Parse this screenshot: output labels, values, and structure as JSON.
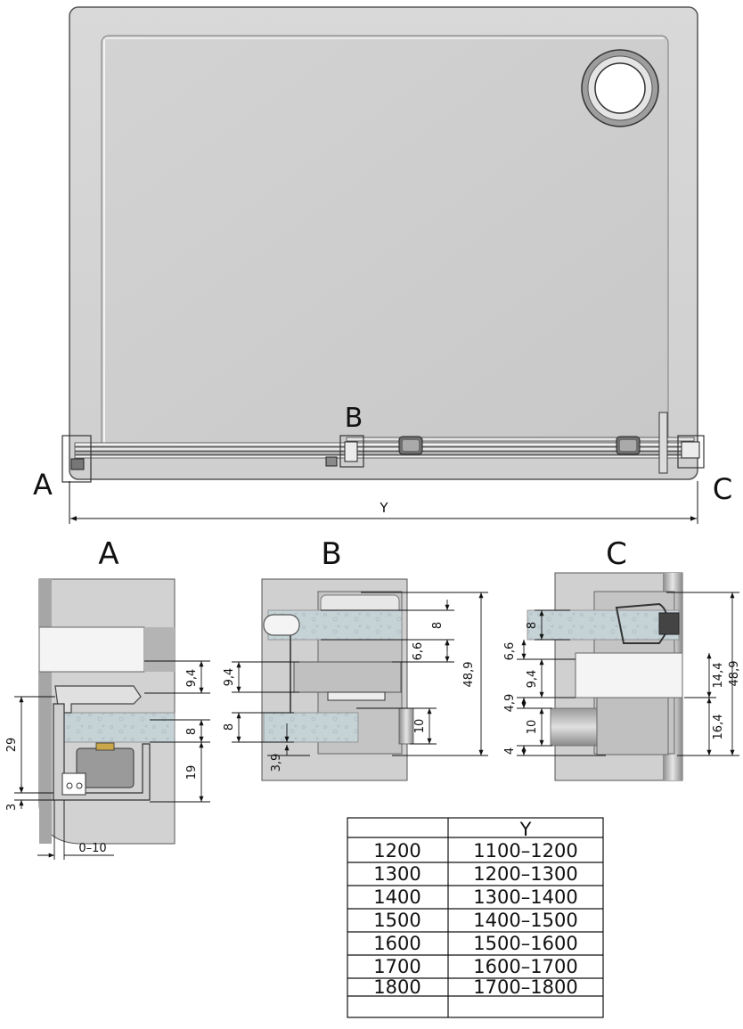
{
  "labels": {
    "a": "A",
    "b": "B",
    "c": "C",
    "y": "Y"
  },
  "detail_a": {
    "dims": [
      "9,4",
      "8",
      "19",
      "29",
      "3",
      "0–10"
    ]
  },
  "detail_b": {
    "dims": [
      "8",
      "6,6",
      "10",
      "48,9",
      "9,4",
      "8",
      "3,9"
    ]
  },
  "detail_c": {
    "dims": [
      "8",
      "6,6",
      "9,4",
      "4,9",
      "10",
      "4",
      "14,4",
      "16,4",
      "48,9"
    ]
  },
  "table": {
    "header": [
      "",
      "Y"
    ],
    "rows": [
      [
        "1200",
        "1100–1200"
      ],
      [
        "1300",
        "1200–1300"
      ],
      [
        "1400",
        "1300–1400"
      ],
      [
        "1500",
        "1400–1500"
      ],
      [
        "1600",
        "1500–1600"
      ],
      [
        "1700",
        "1600–1700"
      ],
      [
        "1800",
        "1700–1800"
      ]
    ]
  },
  "colors": {
    "tray": "#d6d6d6",
    "glass": "#c9d4d8",
    "profile": "#a9a9a9",
    "line": "#111111"
  }
}
